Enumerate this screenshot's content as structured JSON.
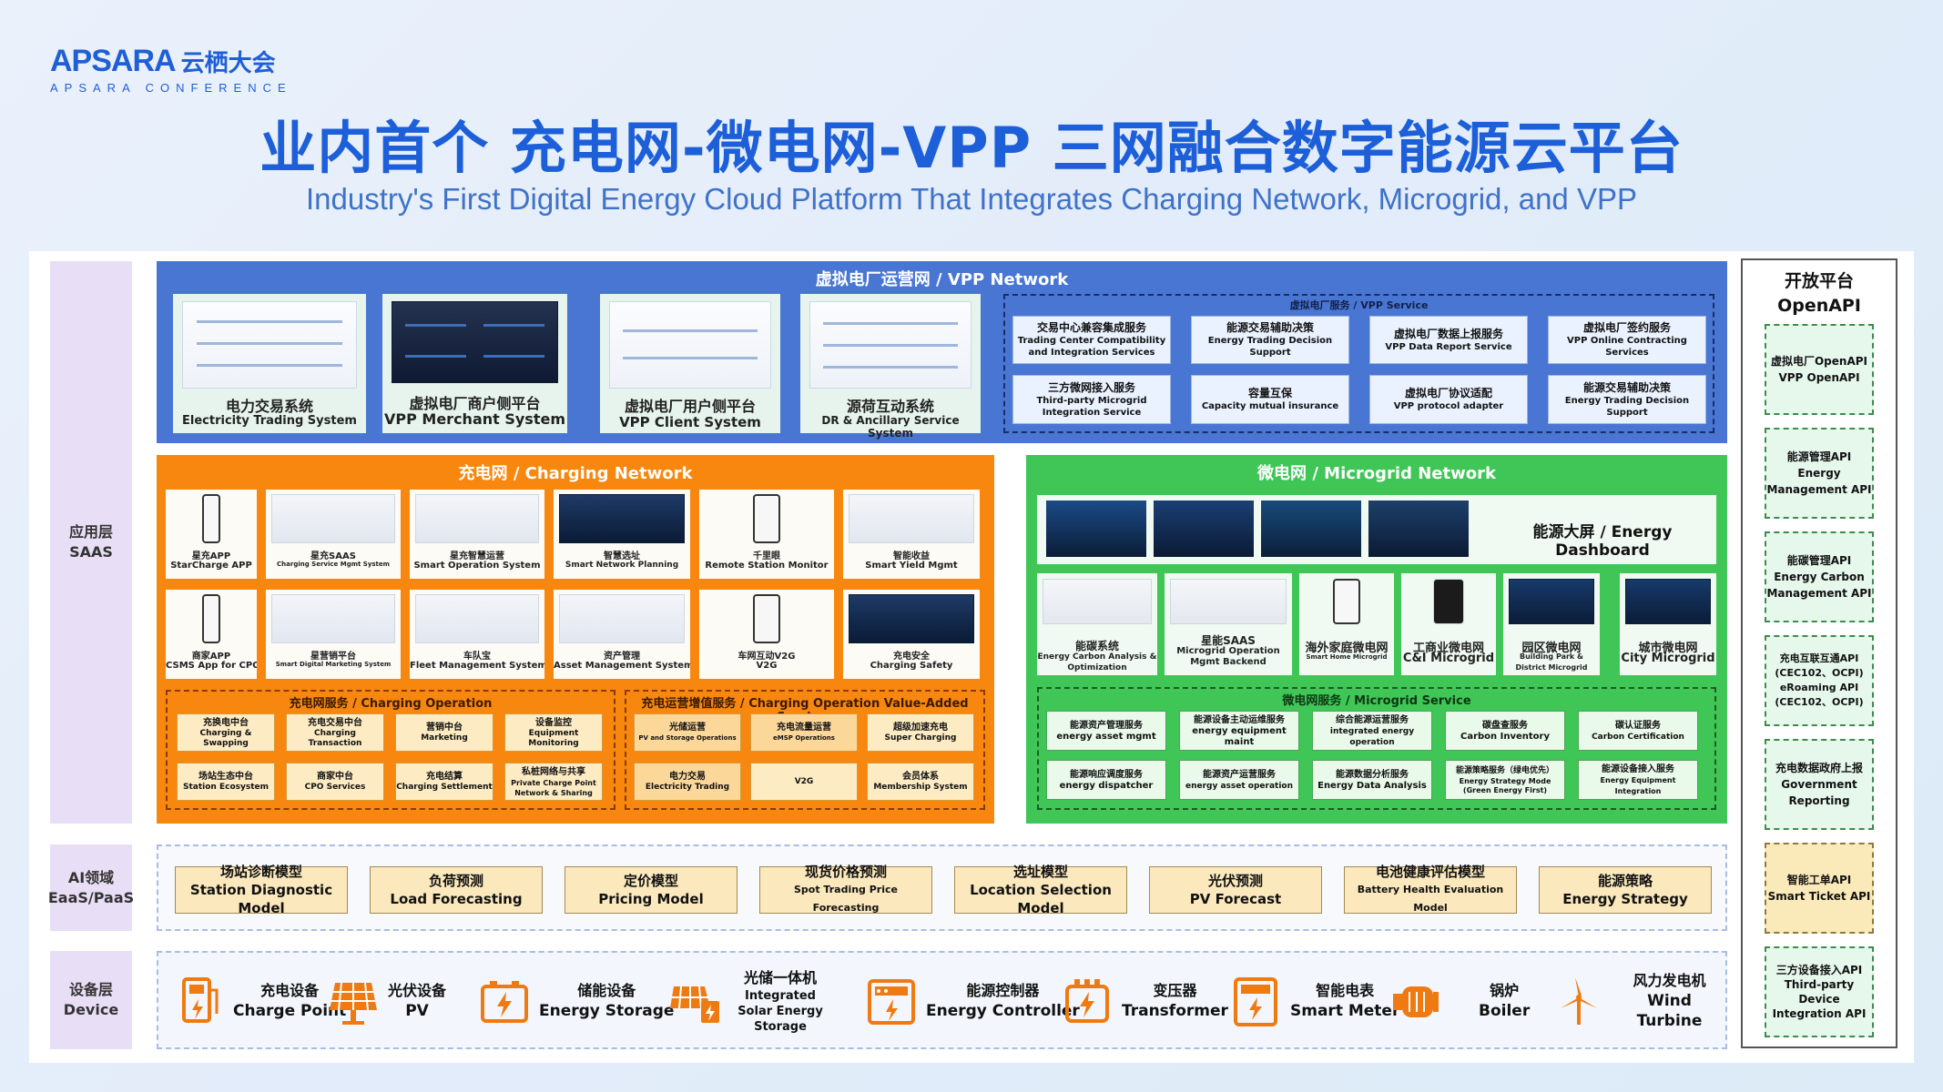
{
  "header": {
    "logo_main": "APSARA",
    "logo_cn": "云栖大会",
    "logo_sub": "APSARA CONFERENCE",
    "title_cn": "业内首个 充电网-微电网-VPP 三网融合数字能源云平台",
    "title_en": "Industry's First Digital Energy Cloud Platform That Integrates Charging Network, Microgrid, and VPP"
  },
  "layers": {
    "app": [
      "应用层",
      "SAAS"
    ],
    "ai": [
      "AI领域",
      "EaaS/PaaS"
    ],
    "device": [
      "设备层",
      "Device"
    ]
  },
  "vpp": {
    "title": "虚拟电厂运营网 / VPP Network",
    "systems": [
      {
        "cn": "电力交易系统",
        "en": "Electricity Trading System"
      },
      {
        "cn": "虚拟电厂商户侧平台",
        "en": "VPP Merchant System"
      },
      {
        "cn": "虚拟电厂用户侧平台",
        "en": "VPP Client System"
      },
      {
        "cn": "源荷互动系统",
        "en": "DR & Ancillary Service System"
      }
    ],
    "service_title": "虚拟电厂服务 / VPP Service",
    "services": [
      {
        "cn": "交易中心兼容集成服务",
        "en": "Trading Center Compatibility and Integration Services"
      },
      {
        "cn": "能源交易辅助决策",
        "en": "Energy Trading Decision Support"
      },
      {
        "cn": "虚拟电厂数据上报服务",
        "en": "VPP Data Report Service"
      },
      {
        "cn": "虚拟电厂签约服务",
        "en": "VPP Online Contracting Services"
      },
      {
        "cn": "三方微网接入服务",
        "en": "Third-party Microgrid Integration Service"
      },
      {
        "cn": "容量互保",
        "en": "Capacity mutual insurance"
      },
      {
        "cn": "虚拟电厂协议适配",
        "en": "VPP protocol adapter"
      },
      {
        "cn": "能源交易辅助决策",
        "en": "Energy Trading Decision Support"
      }
    ]
  },
  "charging": {
    "title": "充电网 / Charging Network",
    "apps": [
      {
        "cn": "星充APP",
        "en": "StarCharge APP"
      },
      {
        "cn": "星充SAAS",
        "en": "Charging Service Mgmt System"
      },
      {
        "cn": "星充智慧运营",
        "en": "Smart Operation System"
      },
      {
        "cn": "智慧选址",
        "en": "Smart Network Planning"
      },
      {
        "cn": "千里眼",
        "en": "Remote Station Monitor"
      },
      {
        "cn": "智能收益",
        "en": "Smart Yield Mgmt"
      },
      {
        "cn": "商家APP",
        "en": "CSMS App for CPO"
      },
      {
        "cn": "星营销平台",
        "en": "Smart Digital Marketing System"
      },
      {
        "cn": "车队宝",
        "en": "Fleet Management System"
      },
      {
        "cn": "资产管理",
        "en": "Asset Management System"
      },
      {
        "cn": "车网互动V2G",
        "en": "V2G"
      },
      {
        "cn": "充电安全",
        "en": "Charging Safety"
      }
    ],
    "op_title": "充电网服务 / Charging Operation",
    "op_services": [
      {
        "cn": "充换电中台",
        "en": "Charging & Swapping"
      },
      {
        "cn": "充电交易中台",
        "en": "Charging Transaction"
      },
      {
        "cn": "营销中台",
        "en": "Marketing"
      },
      {
        "cn": "设备监控",
        "en": "Equipment Monitoring"
      },
      {
        "cn": "场站生态中台",
        "en": "Station Ecosystem"
      },
      {
        "cn": "商家中台",
        "en": "CPO Services"
      },
      {
        "cn": "充电结算",
        "en": "Charging Settlement"
      },
      {
        "cn": "私桩网络与共享",
        "en": "Private Charge Point Network & Sharing"
      }
    ],
    "va_title": "充电运营增值服务 / Charging Operation Value-Added Services",
    "va_services": [
      {
        "cn": "光储运营",
        "en": "PV and Storage Operations"
      },
      {
        "cn": "充电流量运营",
        "en": "eMSP Operations"
      },
      {
        "cn": "超级加速充电",
        "en": "Super Charging"
      },
      {
        "cn": "电力交易",
        "en": "Electricity Trading"
      },
      {
        "cn": "",
        "en": "V2G"
      },
      {
        "cn": "会员体系",
        "en": "Membership System"
      }
    ]
  },
  "micro": {
    "title": "微电网 / Microgrid Network",
    "dashboard": "能源大屏 / Energy Dashboard",
    "apps": [
      {
        "cn": "能碳系统",
        "en": "Energy Carbon Analysis & Optimization"
      },
      {
        "cn": "星能SAAS",
        "en": "Microgrid Operation Mgmt Backend"
      },
      {
        "cn": "海外家庭微电网",
        "en": "Smart Home Microgrid"
      },
      {
        "cn": "工商业微电网",
        "en": "C&I Microgrid"
      },
      {
        "cn": "园区微电网",
        "en": "Building Park & District Microgrid"
      },
      {
        "cn": "城市微电网",
        "en": "City Microgrid"
      }
    ],
    "service_title": "微电网服务 / Microgrid Service",
    "services": [
      {
        "cn": "能源资产管理服务",
        "en": "energy asset mgmt"
      },
      {
        "cn": "能源设备主动运维服务",
        "en": "energy equipment maint"
      },
      {
        "cn": "综合能源运营服务",
        "en": "integrated energy operation"
      },
      {
        "cn": "碳盘查服务",
        "en": "Carbon Inventory"
      },
      {
        "cn": "碳认证服务",
        "en": "Carbon Certification"
      },
      {
        "cn": "能源响应调度服务",
        "en": "energy dispatcher"
      },
      {
        "cn": "能源资产运营服务",
        "en": "energy asset operation"
      },
      {
        "cn": "能源数据分析服务",
        "en": "Energy Data Analysis"
      },
      {
        "cn": "能源策略服务（绿电优先）",
        "en": "Energy Strategy Mode (Green Energy First)"
      },
      {
        "cn": "能源设备接入服务",
        "en": "Energy Equipment Integration"
      }
    ]
  },
  "ai_models": [
    {
      "cn": "场站诊断模型",
      "en": "Station Diagnostic Model"
    },
    {
      "cn": "负荷预测",
      "en": "Load Forecasting"
    },
    {
      "cn": "定价模型",
      "en": "Pricing Model"
    },
    {
      "cn": "现货价格预测",
      "en": "Spot Trading Price Forecasting"
    },
    {
      "cn": "选址模型",
      "en": "Location Selection Model"
    },
    {
      "cn": "光伏预测",
      "en": "PV Forecast"
    },
    {
      "cn": "电池健康评估模型",
      "en": "Battery Health Evaluation Model"
    },
    {
      "cn": "能源策略",
      "en": "Energy Strategy"
    }
  ],
  "devices": [
    {
      "cn": "充电设备",
      "en": "Charge Point",
      "icon": "charger-icon"
    },
    {
      "cn": "光伏设备",
      "en": "PV",
      "icon": "solar-panel-icon"
    },
    {
      "cn": "储能设备",
      "en": "Energy Storage",
      "icon": "battery-storage-icon"
    },
    {
      "cn": "光储一体机",
      "en": "Integrated Solar Energy Storage",
      "icon": "solar-storage-icon"
    },
    {
      "cn": "能源控制器",
      "en": "Energy Controller",
      "icon": "controller-icon"
    },
    {
      "cn": "变压器",
      "en": "Transformer",
      "icon": "transformer-icon"
    },
    {
      "cn": "智能电表",
      "en": "Smart Meter",
      "icon": "meter-icon"
    },
    {
      "cn": "锅炉",
      "en": "Boiler",
      "icon": "boiler-icon"
    },
    {
      "cn": "风力发电机",
      "en": "Wind Turbine",
      "icon": "wind-turbine-icon"
    }
  ],
  "openapi": {
    "title_cn": "开放平台",
    "title_en": "OpenAPI",
    "items": [
      {
        "lines": [
          "虚拟电厂OpenAPI",
          "VPP OpenAPI"
        ]
      },
      {
        "lines": [
          "能源管理API",
          "Energy",
          "Management API"
        ]
      },
      {
        "lines": [
          "能碳管理API",
          "Energy Carbon",
          "Management API"
        ]
      },
      {
        "lines": [
          "充电互联互通API",
          "(CEC102、OCPI)",
          "eRoaming API",
          "(CEC102、OCPI)"
        ]
      },
      {
        "lines": [
          "充电数据政府上报",
          "Government",
          "Reporting"
        ]
      },
      {
        "lines": [
          "智能工单API",
          "Smart Ticket API"
        ]
      },
      {
        "lines": [
          "三方设备接入API",
          "Third-party",
          "Device",
          "Integration API"
        ]
      }
    ]
  },
  "colors": {
    "vpp": "#4876d2",
    "charging": "#f7870f",
    "microgrid": "#3fc657",
    "title": "#1d5fd8",
    "device_icon": "#f07a12"
  }
}
